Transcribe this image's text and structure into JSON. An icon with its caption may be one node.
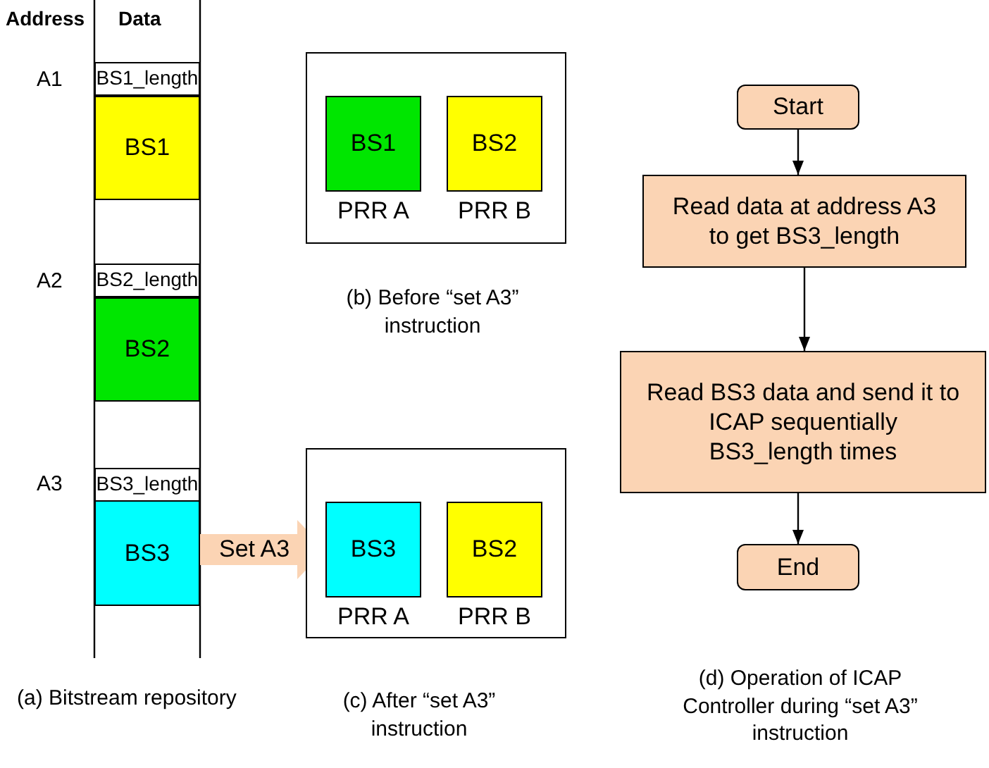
{
  "diagram": {
    "nodes": [
      {
        "text": [
          "BS1_length"
        ]
      },
      {
        "text": [
          "BS1"
        ]
      },
      {
        "text": [
          "BS2_length"
        ]
      },
      {
        "text": [
          "BS2"
        ]
      },
      {
        "text": [
          "BS3_length"
        ]
      },
      {
        "text": [
          "BS3"
        ]
      },
      {
        "text": [],
        "shape": "box"
      },
      {
        "text": [
          "BS1"
        ],
        "in": 6,
        "beside": [
          "PRR A"
        ]
      },
      {
        "text": [
          "BS2"
        ],
        "in": 6,
        "beside": [
          "PRR B"
        ]
      },
      {
        "text": [],
        "shape": "box"
      },
      {
        "text": [
          "BS3"
        ],
        "in": 9,
        "beside": [
          "PRR A"
        ]
      },
      {
        "text": [
          "BS2"
        ],
        "in": 9,
        "beside": [
          "PRR B"
        ]
      },
      {
        "text": [
          "Start"
        ]
      },
      {
        "text": [
          "Read data at address A3 to get BS3_length"
        ]
      },
      {
        "text": [
          "Read BS3 data and send it to ICAP sequentially BS3_length times"
        ]
      },
      {
        "text": [
          "End"
        ]
      }
    ],
    "edges": [
      {
        "from": 5,
        "to": 10,
        "arrow": "to",
        "label": "Set A3",
        "style": "thick",
        "color": "#fbd4b4"
      },
      {
        "from": 12,
        "to": 13,
        "arrow": "to"
      },
      {
        "from": 13,
        "to": 14,
        "arrow": "to"
      },
      {
        "from": 14,
        "to": 15,
        "arrow": "to"
      }
    ],
    "labels": [
      "Address",
      "Data",
      "A1",
      "A2",
      "A3",
      "(a) Bitstream repository",
      "(b) Before “set A3” instruction",
      "(c) After “set A3” instruction",
      "(d) Operation of ICAP Controller during “set A3” instruction"
    ]
  }
}
